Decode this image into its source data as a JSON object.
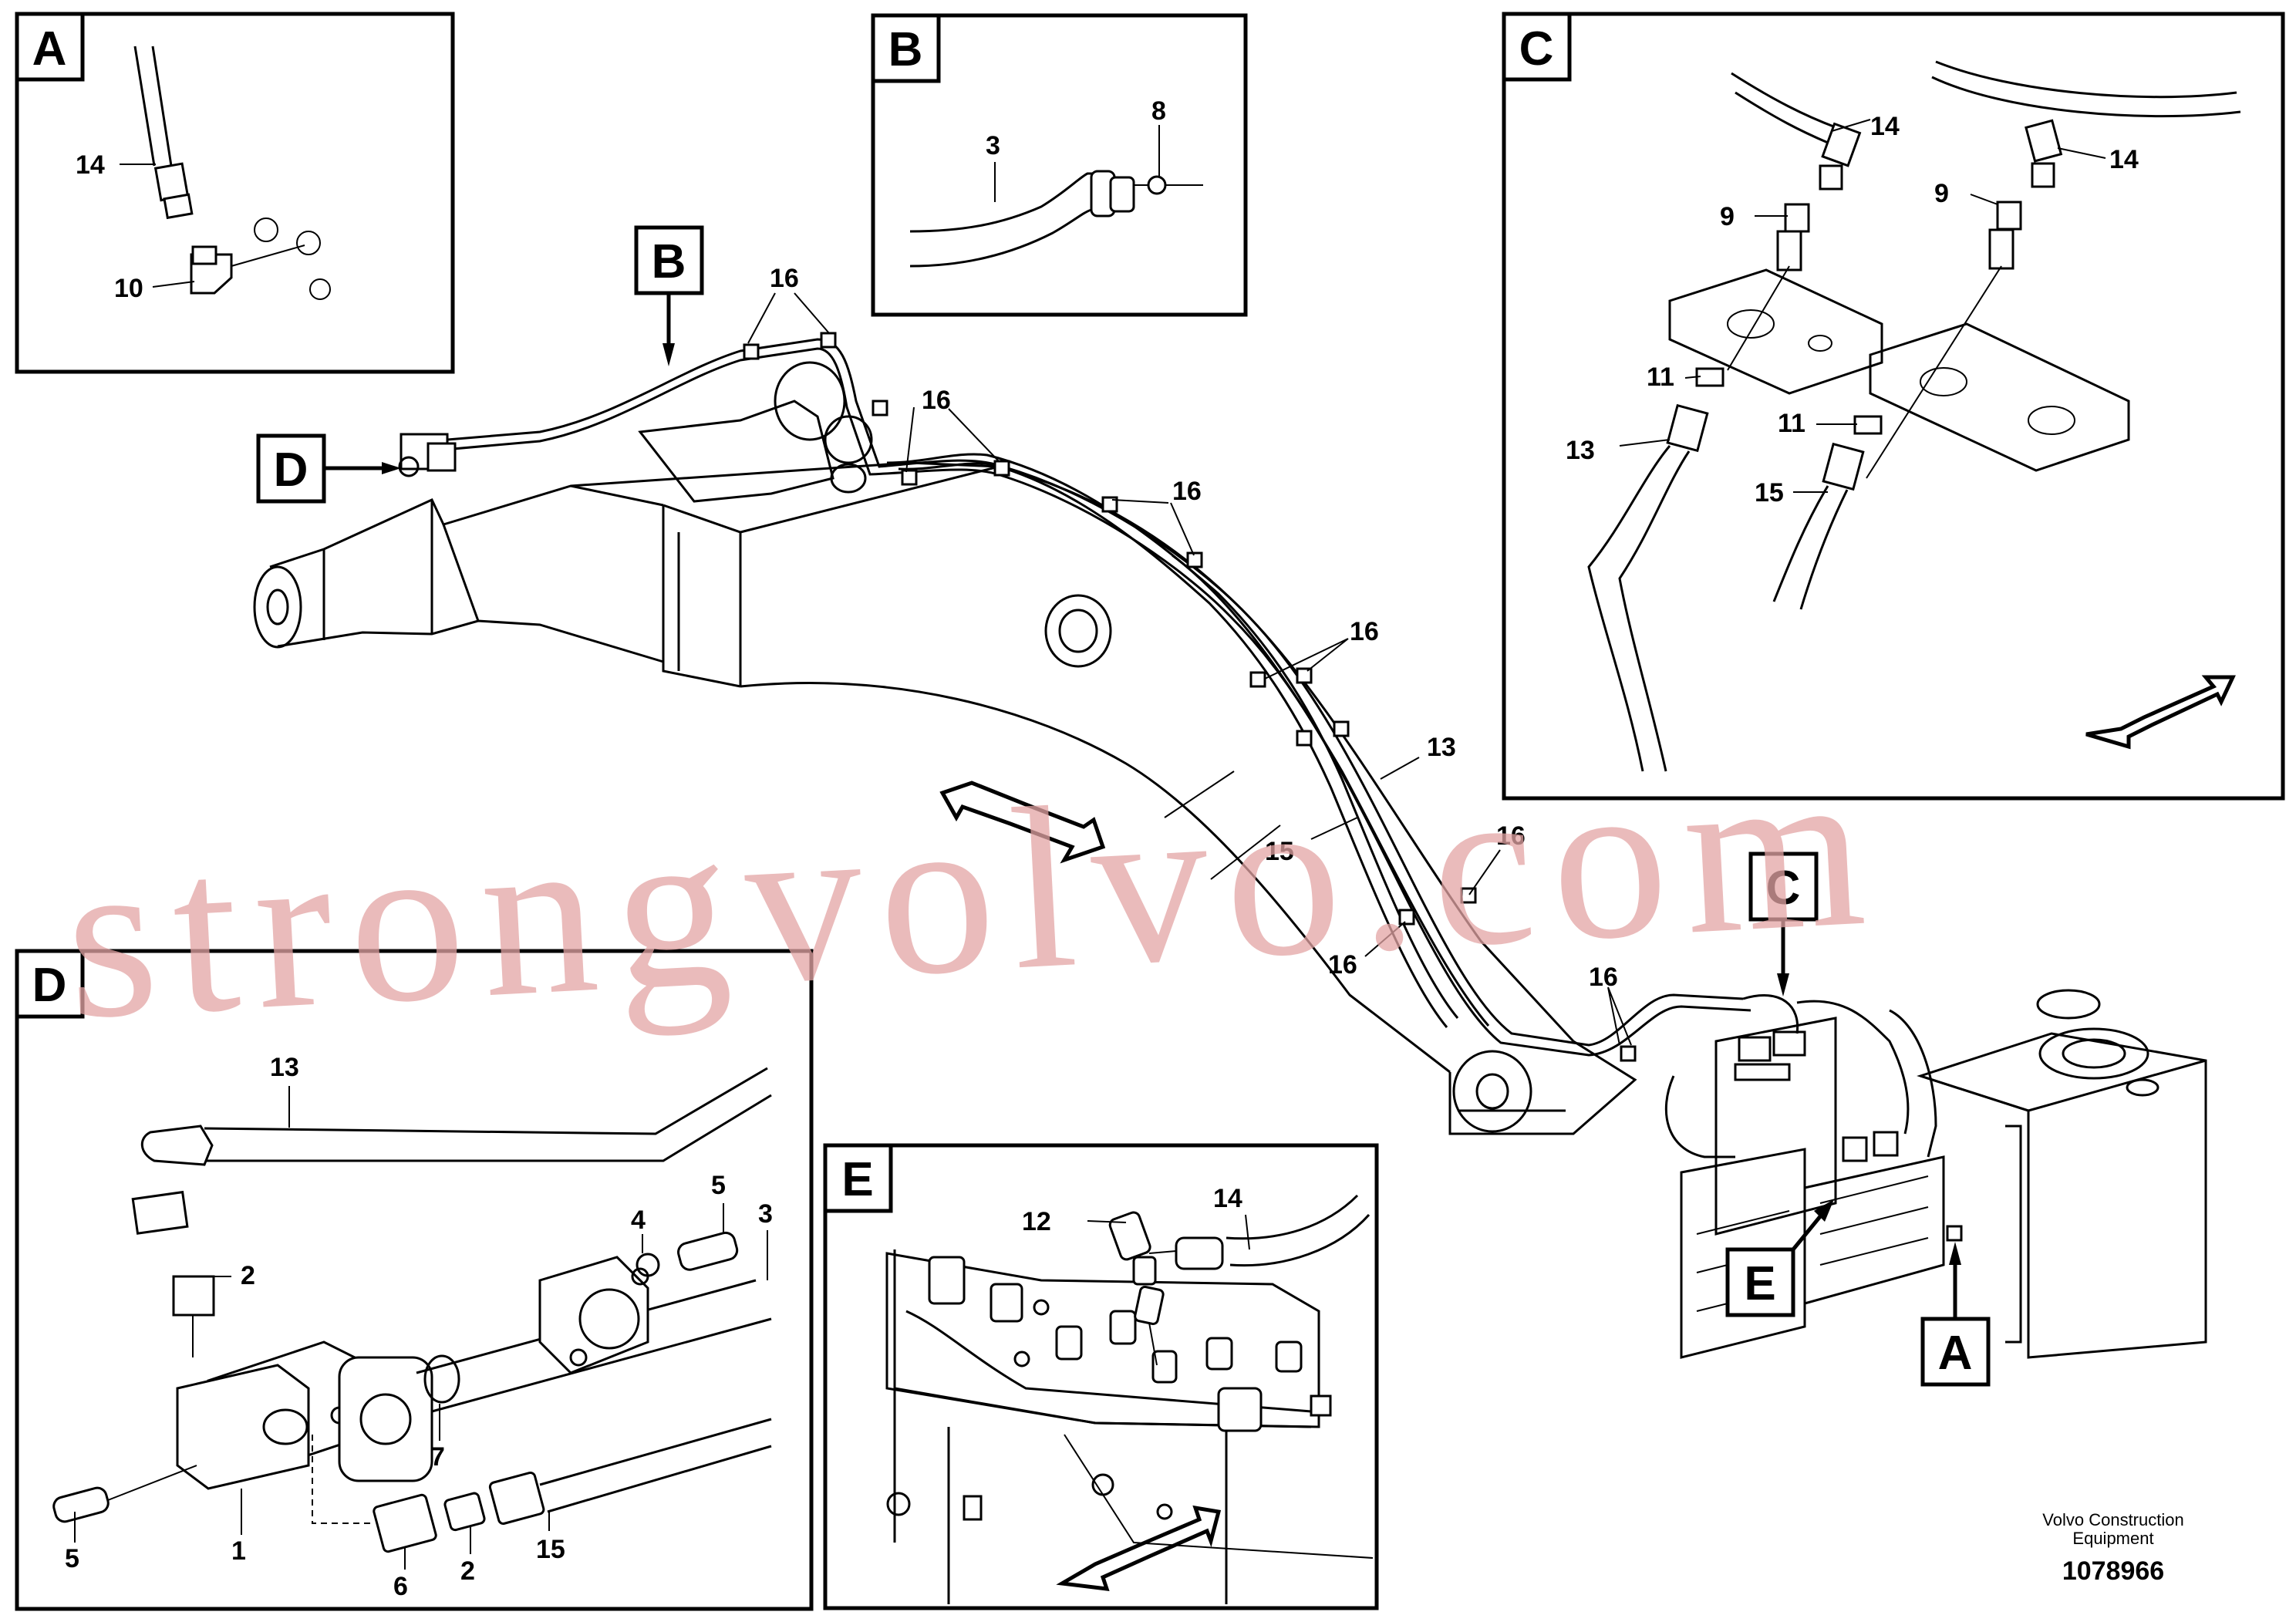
{
  "watermark": "strongvolvo.com",
  "footer": {
    "maker_line1": "Volvo Construction",
    "maker_line2": "Equipment",
    "drawing_number": "1078966"
  },
  "detail_labels": {
    "A": "A",
    "B": "B",
    "C": "C",
    "D": "D",
    "E": "E"
  },
  "callouts": {
    "detail_A": [
      "14",
      "10"
    ],
    "detail_B": [
      "3",
      "8"
    ],
    "detail_C": [
      "14",
      "14",
      "9",
      "9",
      "11",
      "11",
      "13",
      "15"
    ],
    "detail_D": [
      "13",
      "2",
      "4",
      "5",
      "3",
      "7",
      "5",
      "1",
      "6",
      "2",
      "15"
    ],
    "detail_E": [
      "12",
      "14"
    ],
    "main": [
      "16",
      "16",
      "16",
      "16",
      "13",
      "15",
      "16",
      "16",
      "16"
    ]
  }
}
